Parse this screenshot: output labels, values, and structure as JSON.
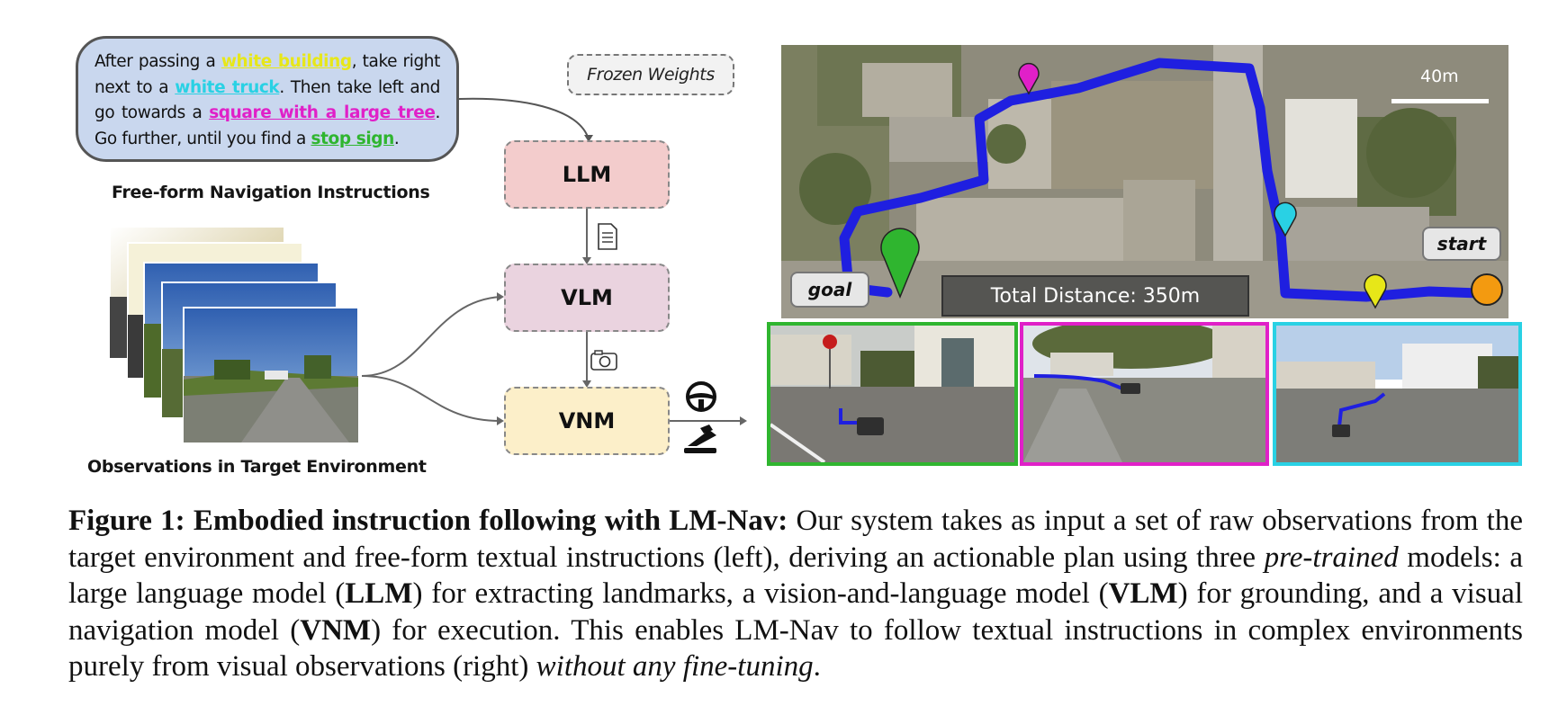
{
  "instruction": {
    "p1": "After passing a ",
    "l1": "white building",
    "p2": ", take right next to a ",
    "l2": "white truck",
    "p3": ". Then take left and go towards a ",
    "l3": "square with a large tree",
    "p4": ". Go further, until you find a ",
    "l4": "stop sign",
    "p5": "."
  },
  "labels": {
    "instructions_caption": "Free-form Navigation Instructions",
    "observations_caption": "Observations in Target Environment",
    "frozen_weights": "Frozen Weights"
  },
  "models": {
    "llm": "LLM",
    "vlm": "VLM",
    "vnm": "VNM"
  },
  "map": {
    "scale": "40m",
    "start": "start",
    "goal": "goal",
    "distance": "Total Distance: 350m"
  },
  "colors": {
    "route": "#1f1fe0",
    "landmark_green": "#2fb52f",
    "landmark_magenta": "#e020c8",
    "landmark_cyan": "#29d1e4",
    "landmark_yellow": "#e7e718",
    "start_marker": "#f39a10"
  },
  "caption": {
    "figure_label": "Figure 1: Embodied instruction following with LM-Nav:",
    "t1": " Our system takes as input a set of raw observations from the target environment and free-form textual instructions (left), deriving an actionable plan using three ",
    "pretrained": "pre-trained",
    "t2": " models: a large language model (",
    "llm": "LLM",
    "t3": ") for extracting landmarks, a vision-and-language model (",
    "vlm": "VLM",
    "t4": ") for grounding, and a visual navigation model (",
    "vnm": "VNM",
    "t5": ") for execution.  This enables LM-Nav to follow textual instructions in complex environments purely from visual observations (right) ",
    "no_finetune": "without any fine-tuning",
    "t6": "."
  }
}
